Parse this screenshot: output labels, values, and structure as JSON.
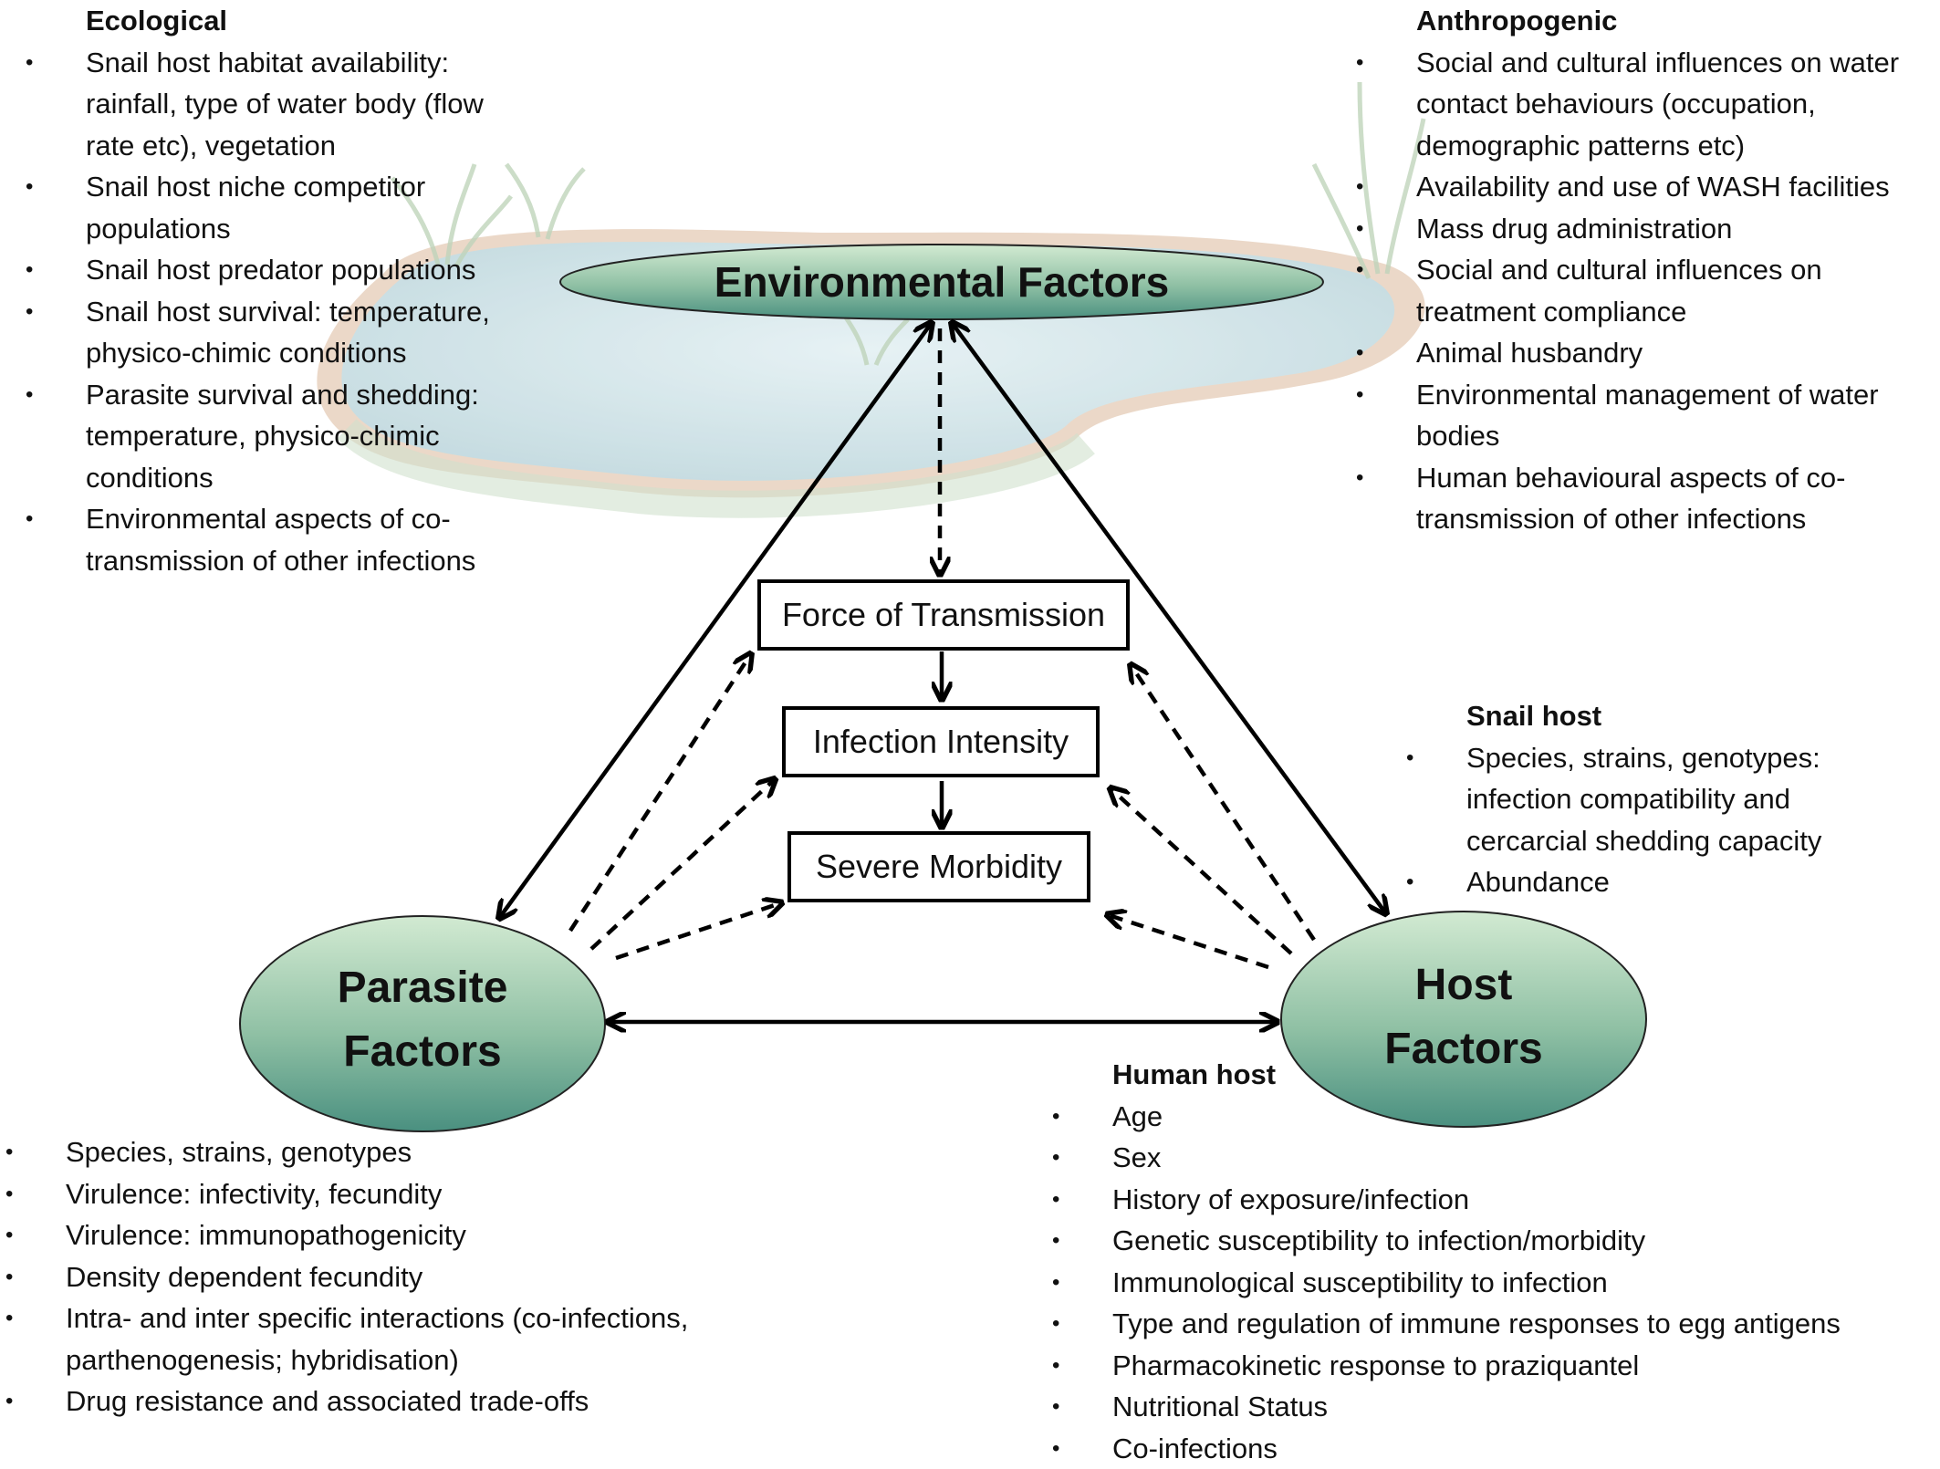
{
  "nodes": {
    "environmental": "Environmental Factors",
    "parasite_line1": "Parasite",
    "parasite_line2": "Factors",
    "host_line1": "Host",
    "host_line2": "Factors",
    "force": "Force of Transmission",
    "infection": "Infection Intensity",
    "morbidity": "Severe Morbidity"
  },
  "ecological": {
    "title": "Ecological",
    "items": [
      "Snail host habitat availability: rainfall, type of water body (flow rate etc), vegetation",
      "Snail host niche competitor populations",
      "Snail host predator populations",
      "Snail host survival: temperature, physico-chimic conditions",
      "Parasite survival and shedding: temperature, physico-chimic conditions",
      "Environmental aspects of co-transmission of other infections"
    ]
  },
  "anthropogenic": {
    "title": "Anthropogenic",
    "items": [
      "Social and cultural influences on water contact behaviours (occupation, demographic patterns etc)",
      "Availability and use of WASH facilities",
      "Mass drug administration",
      "Social and cultural influences on treatment compliance",
      "Animal husbandry",
      "Environmental management of water bodies",
      "Human behavioural aspects of co-transmission of other infections"
    ]
  },
  "snail_host": {
    "title": "Snail host",
    "items": [
      "Species, strains, genotypes: infection compatibility and cercarcial shedding capacity",
      "Abundance"
    ]
  },
  "human_host": {
    "title": "Human host",
    "items": [
      "Age",
      "Sex",
      "History of exposure/infection",
      "Genetic susceptibility to infection/morbidity",
      "Immunological susceptibility to infection",
      "Type and regulation of immune responses to egg antigens",
      "Pharmacokinetic response to praziquantel",
      "Nutritional Status",
      "Co-infections"
    ]
  },
  "parasite_list": {
    "items": [
      "Species, strains, genotypes",
      "Virulence: infectivity, fecundity",
      "Virulence: immunopathogenicity",
      "Density dependent fecundity",
      "Intra- and inter specific interactions (co-infections, parthenogenesis; hybridisation)",
      "Drug resistance and associated trade-offs"
    ]
  },
  "colors": {
    "ellipse_top": "#cfe8cf",
    "ellipse_bottom": "#4f9585",
    "pond_water": "#cfe4ea",
    "pond_rim": "#e9c9b3",
    "grass": "#b7cfae"
  }
}
